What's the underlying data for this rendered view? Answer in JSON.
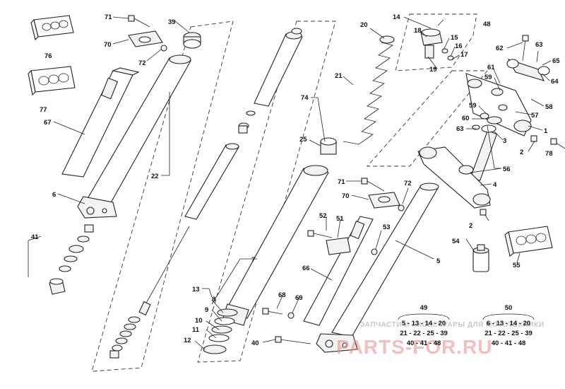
{
  "callouts": [
    {
      "id": "c71a",
      "text": "71"
    },
    {
      "id": "c70a",
      "text": "70"
    },
    {
      "id": "c72a",
      "text": "72"
    },
    {
      "id": "c39",
      "text": "39"
    },
    {
      "id": "c76",
      "text": "76"
    },
    {
      "id": "c77",
      "text": "77"
    },
    {
      "id": "c67",
      "text": "67"
    },
    {
      "id": "c6",
      "text": "6"
    },
    {
      "id": "c41",
      "text": "41"
    },
    {
      "id": "c22",
      "text": "22"
    },
    {
      "id": "c7",
      "text": "7"
    },
    {
      "id": "c13",
      "text": "13"
    },
    {
      "id": "c8",
      "text": "8"
    },
    {
      "id": "c9",
      "text": "9"
    },
    {
      "id": "c10",
      "text": "10"
    },
    {
      "id": "c11",
      "text": "11"
    },
    {
      "id": "c12",
      "text": "12"
    },
    {
      "id": "c20",
      "text": "20"
    },
    {
      "id": "c21",
      "text": "21"
    },
    {
      "id": "c74",
      "text": "74"
    },
    {
      "id": "c25",
      "text": "25"
    },
    {
      "id": "c14",
      "text": "14"
    },
    {
      "id": "c18",
      "text": "18"
    },
    {
      "id": "c15",
      "text": "15"
    },
    {
      "id": "c16",
      "text": "16"
    },
    {
      "id": "c17",
      "text": "17"
    },
    {
      "id": "c19",
      "text": "19"
    },
    {
      "id": "c48",
      "text": "48"
    },
    {
      "id": "c62",
      "text": "62"
    },
    {
      "id": "c63a",
      "text": "63"
    },
    {
      "id": "c65",
      "text": "65"
    },
    {
      "id": "c64",
      "text": "64"
    },
    {
      "id": "c61",
      "text": "61"
    },
    {
      "id": "c59a",
      "text": "59"
    },
    {
      "id": "c58",
      "text": "58"
    },
    {
      "id": "c57",
      "text": "57"
    },
    {
      "id": "c59b",
      "text": "59"
    },
    {
      "id": "c60",
      "text": "60"
    },
    {
      "id": "c63b",
      "text": "63"
    },
    {
      "id": "c1",
      "text": "1"
    },
    {
      "id": "c3",
      "text": "3"
    },
    {
      "id": "c2a",
      "text": "2"
    },
    {
      "id": "c78",
      "text": "78"
    },
    {
      "id": "c56",
      "text": "56"
    },
    {
      "id": "c4",
      "text": "4"
    },
    {
      "id": "c2b",
      "text": "2"
    },
    {
      "id": "c71b",
      "text": "71"
    },
    {
      "id": "c70b",
      "text": "70"
    },
    {
      "id": "c72b",
      "text": "72"
    },
    {
      "id": "c52",
      "text": "52"
    },
    {
      "id": "c51",
      "text": "51"
    },
    {
      "id": "c53",
      "text": "53"
    },
    {
      "id": "c66",
      "text": "66"
    },
    {
      "id": "c5",
      "text": "5"
    },
    {
      "id": "c54",
      "text": "54"
    },
    {
      "id": "c55",
      "text": "55"
    },
    {
      "id": "c68",
      "text": "68"
    },
    {
      "id": "c69",
      "text": "69"
    },
    {
      "id": "c40",
      "text": "40"
    }
  ],
  "kits": [
    {
      "number": "49",
      "lines": [
        "5 - 13 - 14 - 20",
        "21 - 22 - 25 - 39",
        "40 - 41 - 48"
      ]
    },
    {
      "number": "50",
      "lines": [
        "6 - 13 - 14 - 20",
        "21 - 22 - 25 - 39",
        "40 - 41 - 48"
      ]
    }
  ],
  "watermark": {
    "top_text": "ЗАПЧАСТИ И АКСЕССУАРЫ ДЛЯ МОТОТЕХНИКИ",
    "logo_text": "PARTS-FOR.RU"
  }
}
